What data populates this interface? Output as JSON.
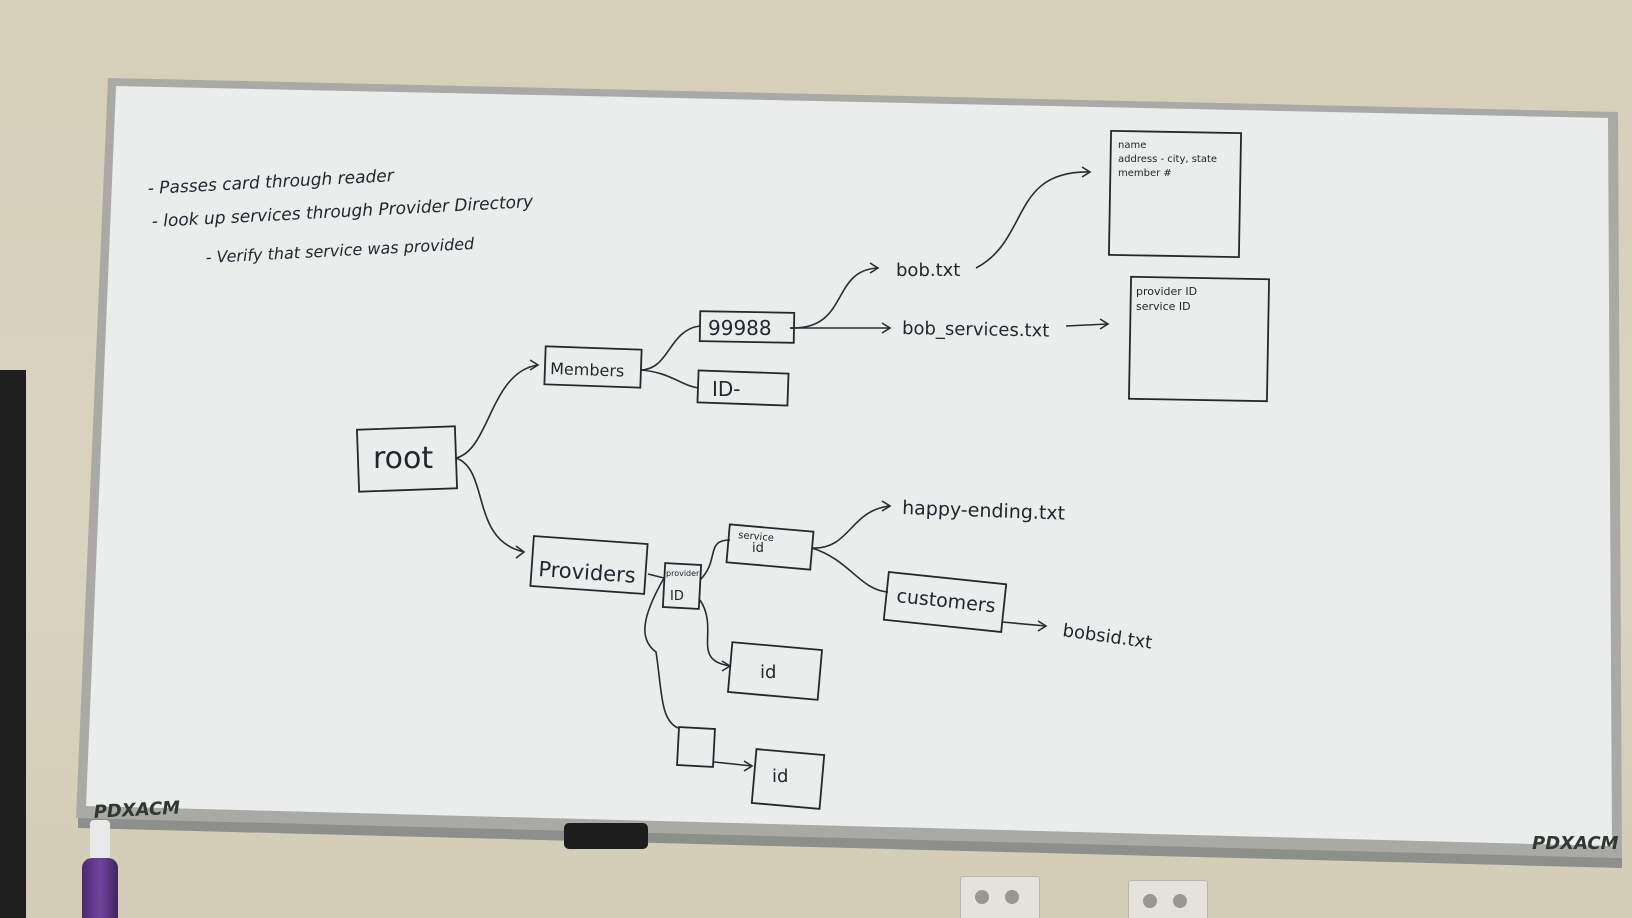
{
  "whiteboard": {
    "notes": [
      "- Passes card through reader",
      "- look up services through Provider Directory",
      "- Verify that service was provided"
    ],
    "nodes": {
      "root": "root",
      "members": "Members",
      "member_number": "99988",
      "id_dir": "ID-",
      "providers": "Providers",
      "provider_id": "ID",
      "provider_id_small": "provider",
      "service_id": "id",
      "service_id_small": "service",
      "id_box_1": "id",
      "id_box_2": "id",
      "customers": "customers"
    },
    "files": {
      "bob_txt": "bob.txt",
      "bob_services": "bob_services.txt",
      "happy_ending": "happy-ending.txt",
      "bobsid": "bobsid.txt"
    },
    "file_boxes": {
      "member_fields": [
        "name",
        "address - city, state",
        "member #"
      ],
      "service_fields": [
        "provider ID",
        "service ID"
      ]
    },
    "logo": "PDXACM"
  }
}
